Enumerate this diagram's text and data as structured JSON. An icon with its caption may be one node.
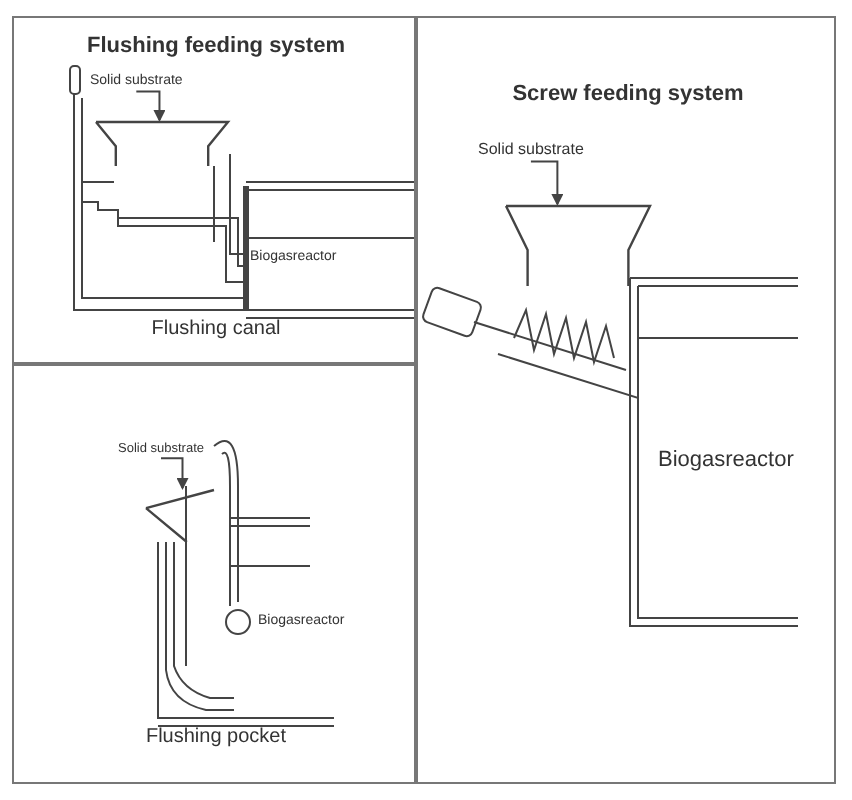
{
  "diagram": {
    "nodes": [
      {
        "text": [
          "Flushing feeding system",
          "Flushing canal"
        ]
      },
      {
        "text": [
          "Solid substrate"
        ],
        "in": 0
      },
      {
        "text": [],
        "shape": "funnel",
        "in": 0
      },
      {
        "text": [
          "Flushing pocket"
        ]
      },
      {
        "text": [
          "Solid substrate"
        ],
        "in": 3
      },
      {
        "text": [],
        "shape": "funnel",
        "in": 3
      },
      {
        "text": [
          "Screw feeding system"
        ]
      },
      {
        "text": [
          "Solid substrate"
        ],
        "in": 6
      },
      {
        "text": [],
        "shape": "funnel",
        "in": 6
      }
    ],
    "edges": [
      {
        "from": 1,
        "to": 2,
        "arrow": "to"
      },
      {
        "from": 4,
        "to": 5,
        "arrow": "to"
      },
      {
        "from": 7,
        "to": 8,
        "arrow": "to"
      }
    ],
    "labels": [
      "Biogasreactor",
      "Biogasreactor",
      "Biogasreactor"
    ]
  }
}
